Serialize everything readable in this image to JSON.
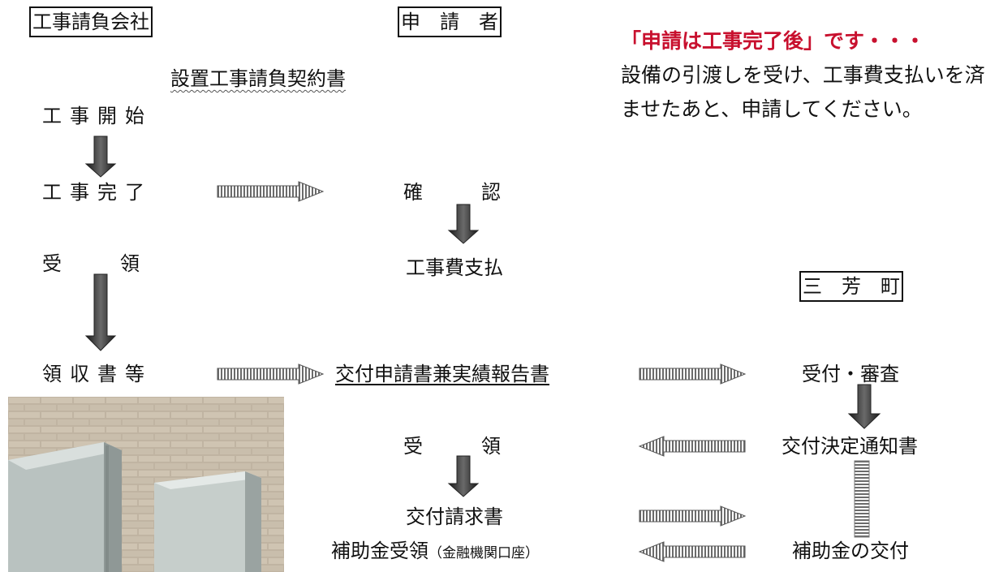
{
  "headers": {
    "contractor": "工事請負会社",
    "applicant": "申　請　者",
    "town": "三　芳　町"
  },
  "contractor_flow": {
    "contract": "設置工事請負契約書",
    "start": "工事開始",
    "complete": "工事完了",
    "receive": "受　　　領",
    "receipt": "領収書等"
  },
  "applicant_flow": {
    "confirm": "確　　　認",
    "payment": "工事費支払",
    "application_form": "交付申請書兼実績報告書",
    "receive": "受　　　領",
    "request_form": "交付請求書",
    "subsidy_receive": "補助金受領",
    "bank_account": "（金融機関口座）"
  },
  "town_flow": {
    "review": "受付・審査",
    "decision_notice": "交付決定通知書",
    "subsidy_grant": "補助金の交付"
  },
  "note": {
    "headline": "「申請は工事完了後」です・・・",
    "body": "設備の引渡しを受け、工事費支払いを済ませたあと、申請してください。"
  },
  "colors": {
    "text": "#111111",
    "headline": "#c8102e",
    "arrow_dark": "#3a3a3a",
    "arrow_striped": "#888888"
  },
  "photo": {
    "icon": "outdoor-unit-photo"
  }
}
